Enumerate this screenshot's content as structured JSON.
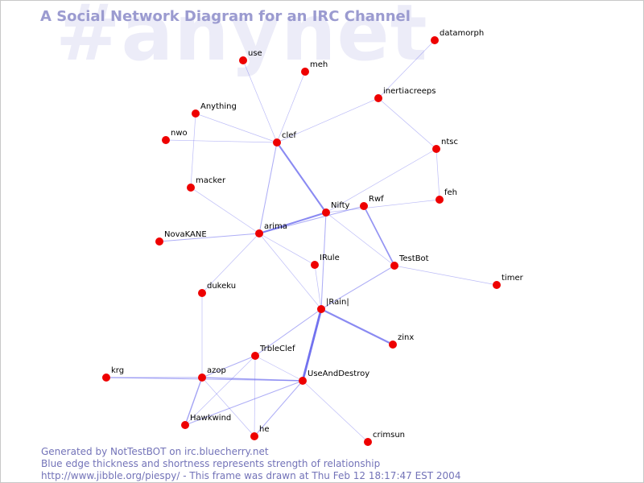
{
  "watermark": "#anynet",
  "title": "A Social Network Diagram for an IRC Channel",
  "footer": {
    "generated": "Generated by NotTestBOT on irc.bluecherry.net",
    "legend": "Blue edge thickness and shortness represents strength of relationship",
    "frame_info": "http://www.jibble.org/piespy/ - This frame was drawn at Thu Feb 12 18:17:47 EST 2004"
  },
  "colors": {
    "node": "#ee0000",
    "edge": "#6a6aee",
    "title": "#9b9bd0",
    "watermark": "#ececf8",
    "footer": "#7373b8"
  },
  "nodes": [
    {
      "id": "datamorph",
      "label": "datamorph"
    },
    {
      "id": "use",
      "label": "use"
    },
    {
      "id": "meh",
      "label": "meh"
    },
    {
      "id": "inertiacreeps",
      "label": "inertiacreeps"
    },
    {
      "id": "Anything",
      "label": "Anything"
    },
    {
      "id": "nwo",
      "label": "nwo"
    },
    {
      "id": "clef",
      "label": "clef"
    },
    {
      "id": "ntsc",
      "label": "ntsc"
    },
    {
      "id": "macker",
      "label": "macker"
    },
    {
      "id": "feh",
      "label": "feh"
    },
    {
      "id": "Rwf",
      "label": "Rwf"
    },
    {
      "id": "Nifty",
      "label": "Nifty"
    },
    {
      "id": "arima",
      "label": "arima"
    },
    {
      "id": "NovaKANE",
      "label": "NovaKANE"
    },
    {
      "id": "IRule",
      "label": "IRule"
    },
    {
      "id": "TestBot",
      "label": "TestBot"
    },
    {
      "id": "timer",
      "label": "timer"
    },
    {
      "id": "dukeku",
      "label": "dukeku"
    },
    {
      "id": "Rain",
      "label": "|Rain|"
    },
    {
      "id": "zinx",
      "label": "zinx"
    },
    {
      "id": "TrbleClef",
      "label": "TrbleClef"
    },
    {
      "id": "krg",
      "label": "krg"
    },
    {
      "id": "azop",
      "label": "azop"
    },
    {
      "id": "UseAndDestroy",
      "label": "UseAndDestroy"
    },
    {
      "id": "Hawkwind",
      "label": "Hawkwind"
    },
    {
      "id": "he",
      "label": "he"
    },
    {
      "id": "crimsun",
      "label": "crimsun"
    }
  ],
  "edges": [
    {
      "from": "datamorph",
      "to": "inertiacreeps",
      "strength": 1
    },
    {
      "from": "inertiacreeps",
      "to": "clef",
      "strength": 1
    },
    {
      "from": "inertiacreeps",
      "to": "ntsc",
      "strength": 1
    },
    {
      "from": "use",
      "to": "clef",
      "strength": 1
    },
    {
      "from": "meh",
      "to": "clef",
      "strength": 1
    },
    {
      "from": "Anything",
      "to": "clef",
      "strength": 1
    },
    {
      "from": "Anything",
      "to": "macker",
      "strength": 1
    },
    {
      "from": "nwo",
      "to": "clef",
      "strength": 1
    },
    {
      "from": "clef",
      "to": "Nifty",
      "strength": 3
    },
    {
      "from": "clef",
      "to": "arima",
      "strength": 1.5
    },
    {
      "from": "ntsc",
      "to": "feh",
      "strength": 1
    },
    {
      "from": "ntsc",
      "to": "Nifty",
      "strength": 1
    },
    {
      "from": "feh",
      "to": "Nifty",
      "strength": 1
    },
    {
      "from": "Rwf",
      "to": "arima",
      "strength": 1.5
    },
    {
      "from": "Rwf",
      "to": "TestBot",
      "strength": 2.5
    },
    {
      "from": "Nifty",
      "to": "arima",
      "strength": 3
    },
    {
      "from": "Nifty",
      "to": "TestBot",
      "strength": 1
    },
    {
      "from": "Nifty",
      "to": "Rain",
      "strength": 1.5
    },
    {
      "from": "macker",
      "to": "arima",
      "strength": 1
    },
    {
      "from": "NovaKANE",
      "to": "arima",
      "strength": 1.5
    },
    {
      "from": "arima",
      "to": "dukeku",
      "strength": 1
    },
    {
      "from": "arima",
      "to": "Rain",
      "strength": 1
    },
    {
      "from": "arima",
      "to": "IRule",
      "strength": 1
    },
    {
      "from": "IRule",
      "to": "Rain",
      "strength": 1
    },
    {
      "from": "TestBot",
      "to": "timer",
      "strength": 1
    },
    {
      "from": "TestBot",
      "to": "Rain",
      "strength": 1.5
    },
    {
      "from": "dukeku",
      "to": "azop",
      "strength": 1
    },
    {
      "from": "Rain",
      "to": "zinx",
      "strength": 3
    },
    {
      "from": "Rain",
      "to": "UseAndDestroy",
      "strength": 4
    },
    {
      "from": "Rain",
      "to": "TrbleClef",
      "strength": 1.5
    },
    {
      "from": "TrbleClef",
      "to": "azop",
      "strength": 1.5
    },
    {
      "from": "TrbleClef",
      "to": "UseAndDestroy",
      "strength": 1
    },
    {
      "from": "TrbleClef",
      "to": "Hawkwind",
      "strength": 1
    },
    {
      "from": "TrbleClef",
      "to": "he",
      "strength": 1
    },
    {
      "from": "krg",
      "to": "azop",
      "strength": 1.5
    },
    {
      "from": "krg",
      "to": "UseAndDestroy",
      "strength": 1.5
    },
    {
      "from": "azop",
      "to": "UseAndDestroy",
      "strength": 2
    },
    {
      "from": "azop",
      "to": "Hawkwind",
      "strength": 2
    },
    {
      "from": "azop",
      "to": "he",
      "strength": 1
    },
    {
      "from": "UseAndDestroy",
      "to": "Hawkwind",
      "strength": 1.5
    },
    {
      "from": "UseAndDestroy",
      "to": "he",
      "strength": 1.5
    },
    {
      "from": "UseAndDestroy",
      "to": "crimsun",
      "strength": 1
    }
  ]
}
